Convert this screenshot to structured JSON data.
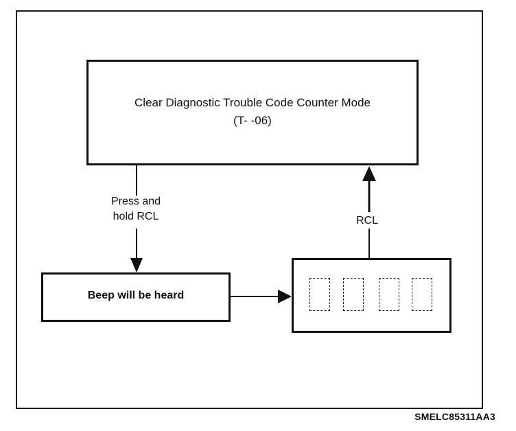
{
  "mode_box": {
    "title": "Clear Diagnostic Trouble Code Counter Mode",
    "code": "(T- -06)"
  },
  "press_label": {
    "line1": "Press and",
    "line2": "hold RCL"
  },
  "beep_box": {
    "label": "Beep will be heard"
  },
  "rcl_label": "RCL",
  "display": {
    "digit_count": 4
  },
  "figure_code": "SMELC85311AA3",
  "colors": {
    "line": "#111111",
    "background": "#ffffff"
  }
}
